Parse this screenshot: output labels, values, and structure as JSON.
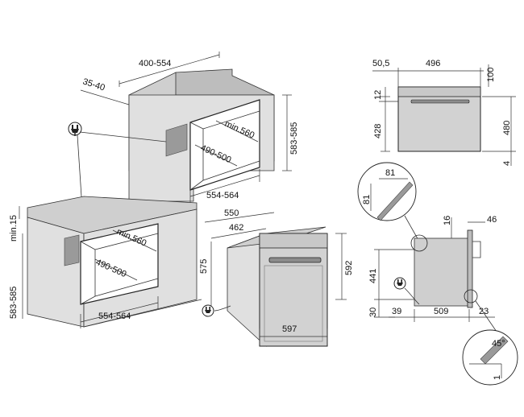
{
  "icons": {
    "plug": "power-plug-icon"
  },
  "labels": {
    "d_400_554": "400-554",
    "d_35_40": "35-40",
    "d_583_585_top": "583-585",
    "d_min560_top": "min.560",
    "d_490_500_top": "490-500",
    "d_554_564_top": "554-564",
    "d_min15": "min.15",
    "d_583_585_left": "583-585",
    "d_min560_bottom": "min.560",
    "d_490_500_bottom": "490-500",
    "d_554_564_bottom": "554-564",
    "d_550": "550",
    "d_462": "462",
    "d_575": "575",
    "d_592": "592",
    "d_597": "597",
    "d_50_5": "50,5",
    "d_496": "496",
    "d_100": "100",
    "d_12": "12",
    "d_428": "428",
    "d_480": "480",
    "d_4": "4",
    "d_81a": "81",
    "d_81b": "81",
    "d_16": "16",
    "d_46": "46",
    "d_441": "441",
    "d_30": "30",
    "d_39": "39",
    "d_509": "509",
    "d_23": "23",
    "d_45deg": "45°",
    "d_1": "1"
  }
}
